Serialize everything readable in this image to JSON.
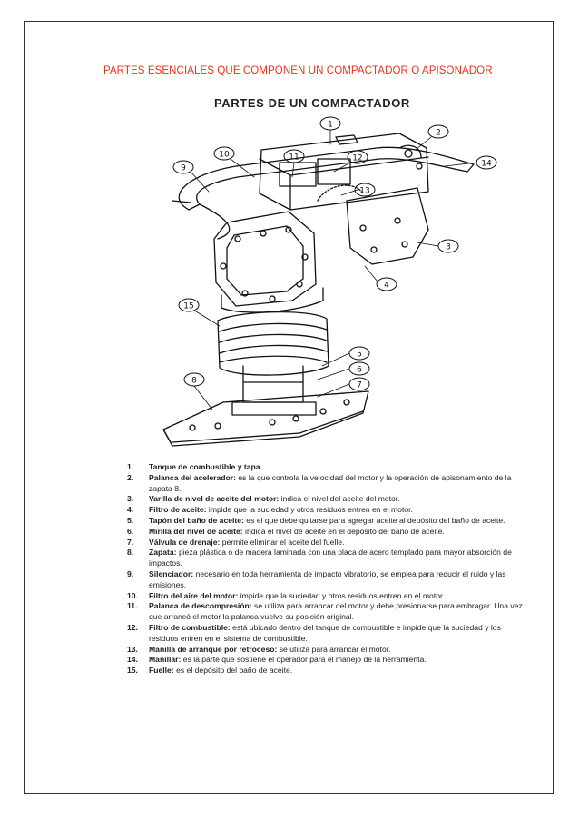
{
  "page": {
    "heading": "PARTES ESENCIALES QUE COMPONEN UN COMPACTADOR O APISONADOR",
    "figure_title": "PARTES DE UN COMPACTADOR"
  },
  "callouts": [
    "1",
    "2",
    "3",
    "4",
    "5",
    "6",
    "7",
    "8",
    "9",
    "10",
    "11",
    "12",
    "13",
    "14",
    "15"
  ],
  "parts": [
    {
      "num": "1.",
      "term": "Tanque de combustible y tapa",
      "desc": ""
    },
    {
      "num": "2.",
      "term": "Palanca del acelerador:",
      "desc": " es la que controla la velocidad del motor y la operación de apisonamiento de la zapata 8."
    },
    {
      "num": "3.",
      "term": "Varilla de nivel de aceite del motor:",
      "desc": " indica el nivel del aceite del motor."
    },
    {
      "num": "4.",
      "term": "Filtro de aceite:",
      "desc": " impide que la suciedad y otros residuos entren en el motor."
    },
    {
      "num": "5.",
      "term": "Tapón del baño de aceite:",
      "desc": " es el que debe quitarse para agregar aceite al depósito del baño de aceite."
    },
    {
      "num": "6.",
      "term": "Mirilla del nivel de aceite:",
      "desc": " indica el nivel de aceite en el depósito del baño de aceite."
    },
    {
      "num": "7.",
      "term": "Válvula de drenaje:",
      "desc": " permite eliminar el aceite del fuelle."
    },
    {
      "num": "8.",
      "term": "Zapata:",
      "desc": " pieza plástica o de madera laminada con una placa de acero templado para mayor absorción de impactos."
    },
    {
      "num": "9.",
      "term": "Silenciador:",
      "desc": " necesario en toda herramienta de impacto vibratorio, se emplea para reducir el ruido y las emisiones."
    },
    {
      "num": "10.",
      "term": "Filtro del aire del motor:",
      "desc": " impide que la suciedad y otros residuos entren en el motor."
    },
    {
      "num": "11.",
      "term": "Palanca de descompresión:",
      "desc": " se utiliza para arrancar del motor y debe presionarse para embragar. Una vez que arrancó el motor la palanca vuelve su posición original."
    },
    {
      "num": "12.",
      "term": "Filtro de combustible:",
      "desc": " está ubicado dentro del tanque de combustible e impide que la suciedad y los residuos entren en el sistema de combustible."
    },
    {
      "num": "13.",
      "term": "Manilla de arranque por retroceso:",
      "desc": " se utiliza para arrancar el motor."
    },
    {
      "num": "14.",
      "term": "Manillar:",
      "desc": " es la parte que sostiene el operador para el manejo de la herramienta."
    },
    {
      "num": "15.",
      "term": "Fuelle:",
      "desc": " es el depósito del baño de aceite."
    }
  ]
}
